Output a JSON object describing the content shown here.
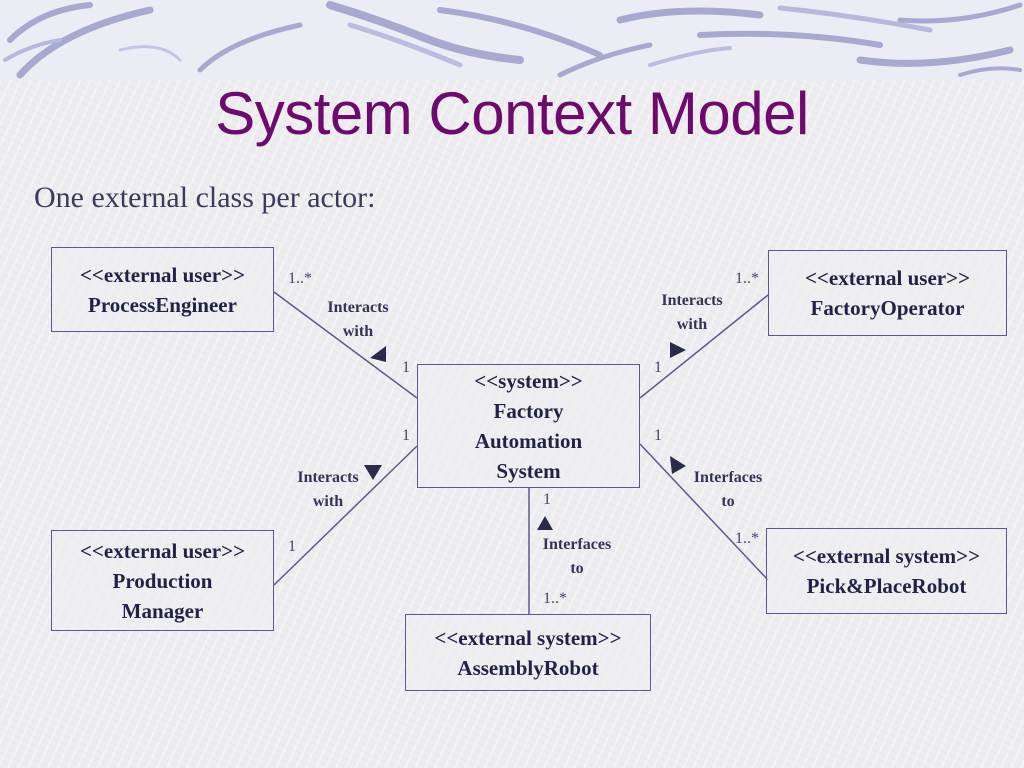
{
  "title": "System Context Model",
  "subtitle": "One external class per actor:",
  "classes": {
    "system": {
      "stereotype": "<<system>>",
      "name_line1": "Factory",
      "name_line2": "Automation",
      "name_line3": "System"
    },
    "process_engineer": {
      "stereotype": "<<external user>>",
      "name": "ProcessEngineer"
    },
    "factory_operator": {
      "stereotype": "<<external user>>",
      "name": "FactoryOperator"
    },
    "production_manager": {
      "stereotype": "<<external user>>",
      "name_line1": "Production",
      "name_line2": "Manager"
    },
    "pick_place_robot": {
      "stereotype": "<<external system>>",
      "name": "Pick&PlaceRobot"
    },
    "assembly_robot": {
      "stereotype": "<<external system>>",
      "name": "AssemblyRobot"
    }
  },
  "associations": {
    "process_engineer": {
      "label_line1": "Interacts",
      "label_line2": "with",
      "mult_actor": "1..*",
      "mult_system": "1"
    },
    "factory_operator": {
      "label_line1": "Interacts",
      "label_line2": "with",
      "mult_actor": "1..*",
      "mult_system": "1"
    },
    "production_manager": {
      "label_line1": "Interacts",
      "label_line2": "with",
      "mult_actor": "1",
      "mult_system": "1"
    },
    "pick_place_robot": {
      "label_line1": "Interfaces",
      "label_line2": "to",
      "mult_actor": "1..*",
      "mult_system": "1"
    },
    "assembly_robot": {
      "label_line1": "Interfaces",
      "label_line2": "to",
      "mult_actor": "1..*",
      "mult_system": "1"
    }
  },
  "colors": {
    "title": "#6e0a6e",
    "line": "#5a5a8a",
    "arrow": "#2a2a4a"
  }
}
